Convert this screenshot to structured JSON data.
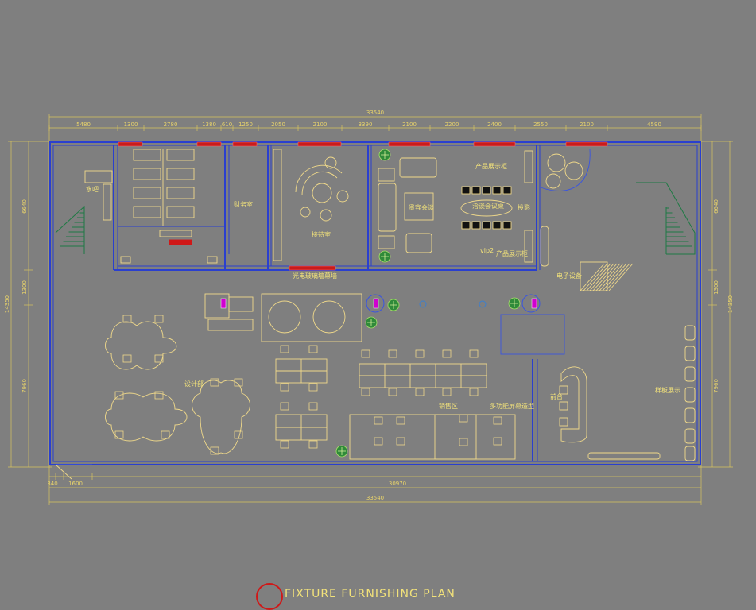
{
  "plan_title": "FIXTURE FURNISHING PLAN",
  "dimensions": {
    "top_total": "33540",
    "top_segments": [
      "5480",
      "1300",
      "2780",
      "1380",
      "610",
      "1250",
      "2050",
      "2100",
      "3390",
      "2100",
      "2200",
      "2400",
      "2550",
      "2100",
      "4590"
    ],
    "bottom_total": "33540",
    "bottom_segments": [
      "340",
      "1600",
      "30970"
    ],
    "left_total": "14350",
    "left_segments": [
      "6640",
      "1300",
      "7960"
    ],
    "right_total": "14350",
    "right_segments": [
      "6640",
      "1300",
      "7960"
    ]
  },
  "rooms": {
    "water_bar": "水吧",
    "finance": "财务室",
    "reception_room": "接待室",
    "vip_meeting": "贵宾会谈",
    "product_cabinet_top": "产品展示柜",
    "product_cabinet_bottom": "产品展示柜",
    "vip2": "vip2",
    "projection": "投影",
    "conference": "洽谈会议桌",
    "photo_wall": "光电玻璃墙幕墙",
    "electronic_equipment": "电子设备",
    "design_dept": "设计部",
    "sales_area": "销售区",
    "multimedia_screen": "多功能屏幕造型",
    "front_desk": "前台",
    "sample_display": "样板展示"
  },
  "colors": {
    "background": "#7f7f7f",
    "wall": "#2a3fcf",
    "furniture": "#f0d98a",
    "dimension": "#e8d36a",
    "window": "#d01818",
    "stair": "#1a6a3a",
    "plant": "#2f8a3a"
  }
}
